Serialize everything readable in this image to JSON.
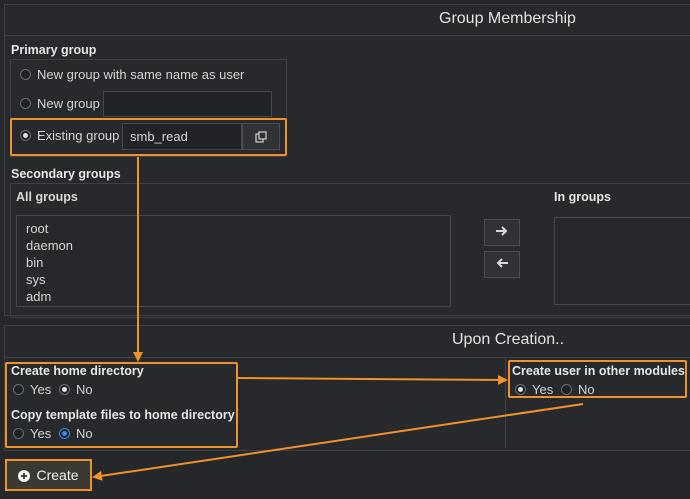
{
  "group_membership": {
    "title": "Group Membership",
    "primary_group": {
      "label": "Primary group",
      "options": {
        "new_same_name": "New group with same name as user",
        "new_group": "New group",
        "existing_group": "Existing group"
      },
      "selected": "existing_group",
      "new_group_value": "",
      "existing_group_value": "smb_read"
    },
    "secondary_groups": {
      "label": "Secondary groups",
      "all_groups_label": "All groups",
      "in_groups_label": "In groups",
      "all_groups": [
        "root",
        "daemon",
        "bin",
        "sys",
        "adm"
      ],
      "in_groups": []
    }
  },
  "upon_creation": {
    "title": "Upon Creation..",
    "create_home": {
      "label": "Create home directory",
      "yes": "Yes",
      "no": "No",
      "selected": "no"
    },
    "copy_template": {
      "label": "Copy template files to home directory",
      "yes": "Yes",
      "no": "No",
      "selected": "no"
    },
    "other_modules": {
      "label": "Create user in other modules",
      "yes": "Yes",
      "no": "No",
      "selected": "yes"
    }
  },
  "actions": {
    "create_label": "Create"
  },
  "colors": {
    "annotation": "#f0922a",
    "background": "#25272a",
    "radio_accent": "#3d8bf0"
  }
}
